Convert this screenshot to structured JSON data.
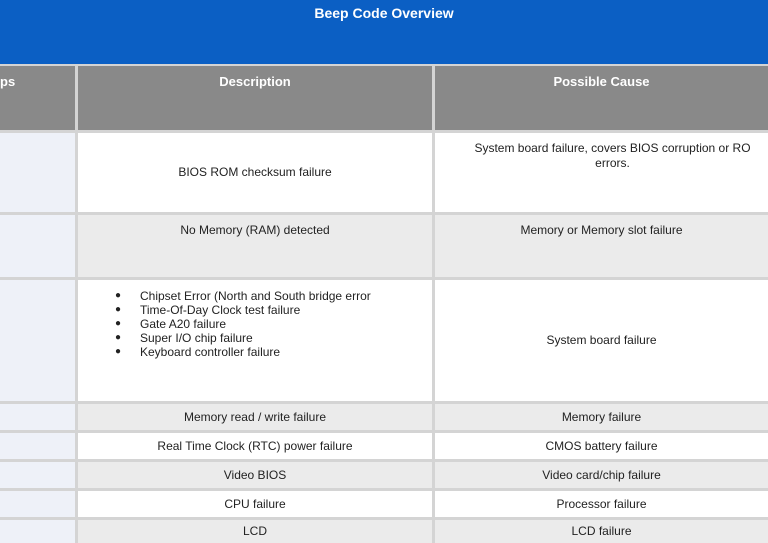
{
  "banner": {
    "title": "Beep Code Overview"
  },
  "table": {
    "headers": {
      "beeps": "ps",
      "description": "Description",
      "cause": "Possible Cause"
    },
    "rows": [
      {
        "description": "BIOS ROM checksum failure",
        "cause": "System board failure, covers BIOS corruption or RO\nerrors."
      },
      {
        "description": "No Memory (RAM) detected",
        "cause": "Memory or Memory slot failure"
      },
      {
        "description_items": [
          "Chipset Error (North and South bridge error",
          "Time-Of-Day Clock test failure",
          "Gate A20 failure",
          "Super I/O chip failure",
          "Keyboard controller failure"
        ],
        "cause": "System board failure"
      },
      {
        "description": "Memory read / write failure",
        "cause": "Memory failure"
      },
      {
        "description": "Real Time Clock (RTC) power failure",
        "cause": "CMOS battery failure"
      },
      {
        "description": "Video BIOS",
        "cause": "Video card/chip failure"
      },
      {
        "description": "CPU failure",
        "cause": "Processor failure"
      },
      {
        "description": "LCD",
        "cause": "LCD failure"
      }
    ]
  }
}
